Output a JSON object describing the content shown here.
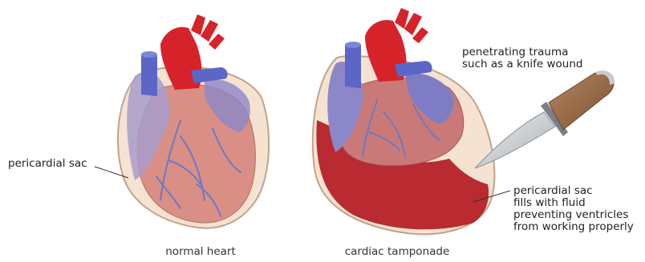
{
  "labels": {
    "pericardial_sac": "pericardial sac",
    "trauma_line1": "penetrating trauma",
    "trauma_line2": "such as a knife wound",
    "fluid_line1": "pericardial sac",
    "fluid_line2": "fills with fluid",
    "fluid_line3": "preventing ventricles",
    "fluid_line4": "from working properly"
  },
  "captions": {
    "left": "normal heart",
    "right": "cardiac tamponade"
  },
  "colors": {
    "sac_fill": "#f6e2d0",
    "sac_outline": "#bfa48c",
    "heart_muscle": "#d98f85",
    "atria_blue": "#8c87c8",
    "vein_blue": "#5b66c6",
    "aorta_red": "#d6232a",
    "blood_fluid": "#b3161f",
    "knife_handle": "#9a6a45",
    "knife_blade": "#c9cdd2"
  }
}
